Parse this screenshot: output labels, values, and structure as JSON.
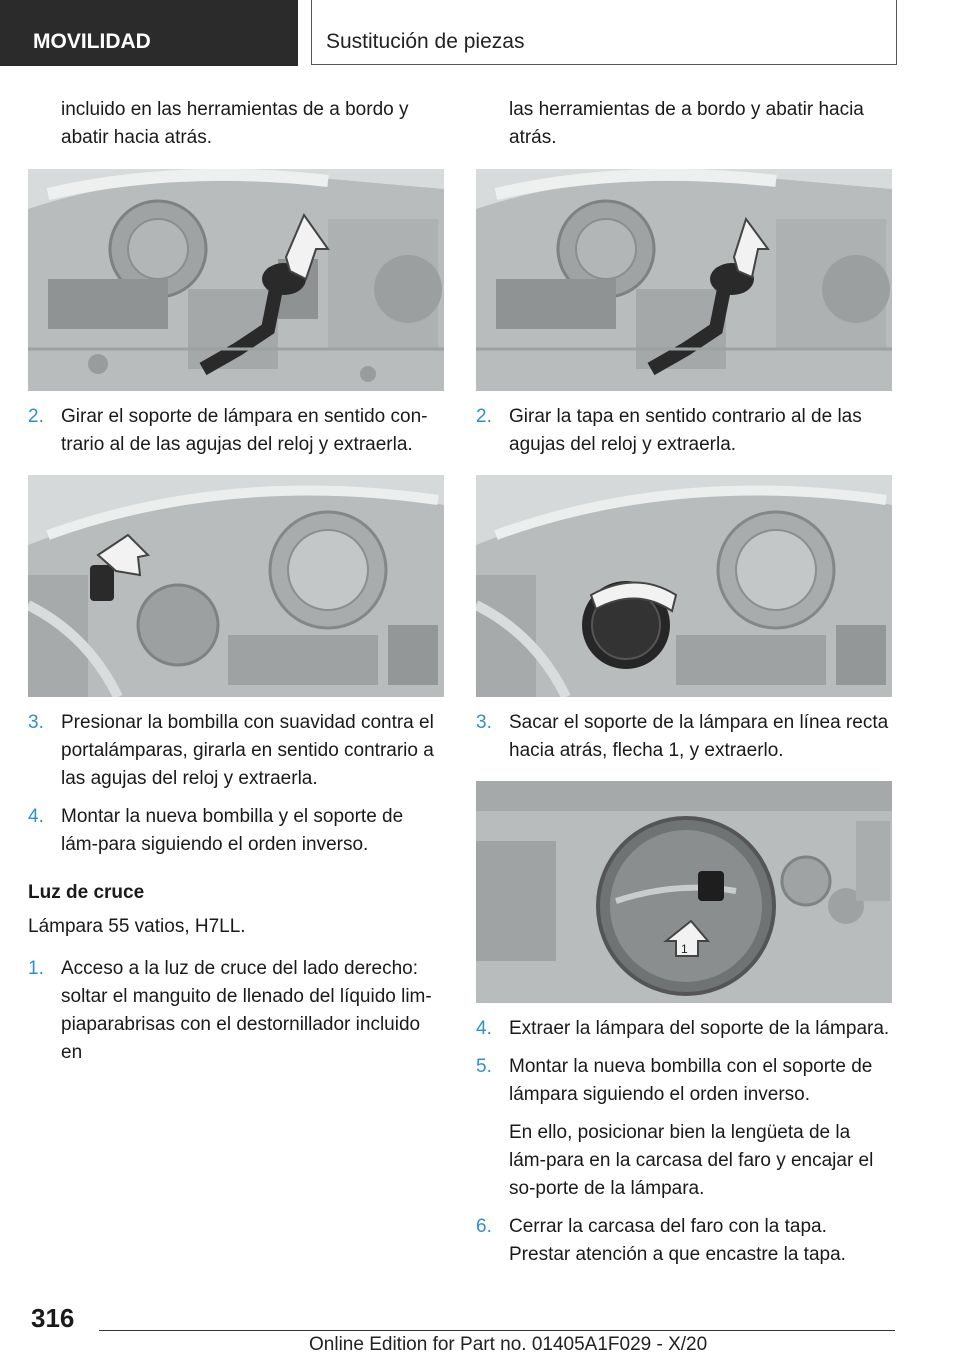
{
  "header": {
    "section": "MOVILIDAD",
    "topic": "Sustitución de piezas"
  },
  "left": {
    "intro": "incluido en las herramientas de a bordo y abatir hacia atrás.",
    "steps": [
      {
        "num": "2.",
        "text": "Girar el soporte de lámpara en sentido con‐trario al de las agujas del reloj y extraerla."
      },
      {
        "num": "3.",
        "text": "Presionar la bombilla con suavidad contra el portalámparas, girarla en sentido contrario a las agujas del reloj y extraerla."
      },
      {
        "num": "4.",
        "text": "Montar la nueva bombilla y el soporte de lám‐para siguiendo el orden inverso."
      }
    ],
    "section_title": "Luz de cruce",
    "section_sub": "Lámpara 55 vatios, H7LL.",
    "step_1": {
      "num": "1.",
      "text": "Acceso a la luz de cruce del lado derecho: soltar el manguito de llenado del líquido lim‐piaparabrisas con el destornillador incluido en"
    }
  },
  "right": {
    "intro": "las herramientas de a bordo y abatir hacia atrás.",
    "steps": [
      {
        "num": "2.",
        "text": "Girar la tapa en sentido contrario al de las agujas del reloj y extraerla."
      },
      {
        "num": "3.",
        "text": "Sacar el soporte de la lámpara en línea recta hacia atrás, flecha 1, y extraerlo."
      },
      {
        "num": "4.",
        "text": "Extraer la lámpara del soporte de la lámpara."
      },
      {
        "num": "5.",
        "text": "Montar la nueva bombilla con el soporte de lámpara siguiendo el orden inverso."
      },
      {
        "num": "6.",
        "text": "Cerrar la carcasa del faro con la tapa. Prestar atención a que encastre la tapa."
      }
    ],
    "step_5_note": "En ello, posicionar bien la lengüeta de la lám‐para en la carcasa del faro y encajar el so‐porte de la lámpara.",
    "figure_label": "1"
  },
  "footer": {
    "page_number": "316",
    "edition": "Online Edition for Part no. 01405A1F029 - X/20"
  },
  "colors": {
    "header_bg": "#2b2b2b",
    "step_number": "#2f8fd0",
    "figure_bg": "#b9bcbd"
  }
}
